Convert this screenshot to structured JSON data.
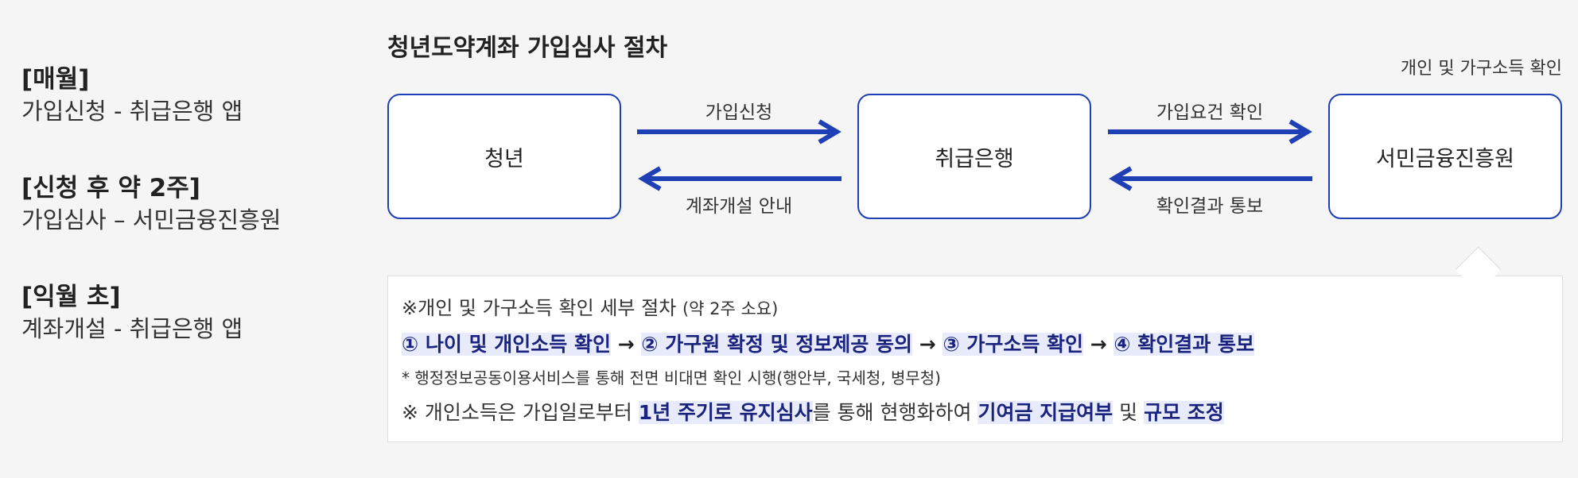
{
  "timeline": [
    {
      "heading": "[매월]",
      "text": "가입신청 - 취급은행 앱"
    },
    {
      "heading": "[신청 후 약 2주]",
      "text": "가입심사 – 서민금융진흥원"
    },
    {
      "heading": "[익월 초]",
      "text": "계좌개설 - 취급은행 앱"
    }
  ],
  "diagram": {
    "title": "청년도약계좌 가입심사 절차",
    "top_note": "개인 및 가구소득 확인",
    "nodes": [
      "청년",
      "취급은행",
      "서민금융진흥원"
    ],
    "edges": [
      {
        "from": "청년",
        "to": "취급은행",
        "label": "가입신청"
      },
      {
        "from": "취급은행",
        "to": "청년",
        "label": "계좌개설 안내"
      },
      {
        "from": "취급은행",
        "to": "서민금융진흥원",
        "label": "가입요건 확인"
      },
      {
        "from": "서민금융진흥원",
        "to": "취급은행",
        "label": "확인결과 통보"
      }
    ],
    "colors": {
      "accent": "#1f3fb4",
      "highlight": "#e8ebfb",
      "text_dark_blue": "#1a237e"
    }
  },
  "detail": {
    "heading": "※개인 및 가구소득 확인 세부 절차",
    "heading_note": "(약 2주 소요)",
    "steps": [
      "① 나이 및 개인소득 확인",
      "② 가구원 확정 및 정보제공 동의",
      "③ 가구소득 확인",
      "④ 확인결과 통보"
    ],
    "step_separator": "→",
    "footnote": "* 행정정보공동이용서비스를 통해 전면 비대면 확인 시행(행안부, 국세청, 병무청)",
    "note": {
      "part1": "※ 개인소득은 가입일로부터 ",
      "hl1": "1년 주기로 유지심사",
      "part2": "를 통해 현행화하여 ",
      "hl2": "기여금 지급여부",
      "part3": " 및 ",
      "hl3": "규모 조정"
    }
  }
}
